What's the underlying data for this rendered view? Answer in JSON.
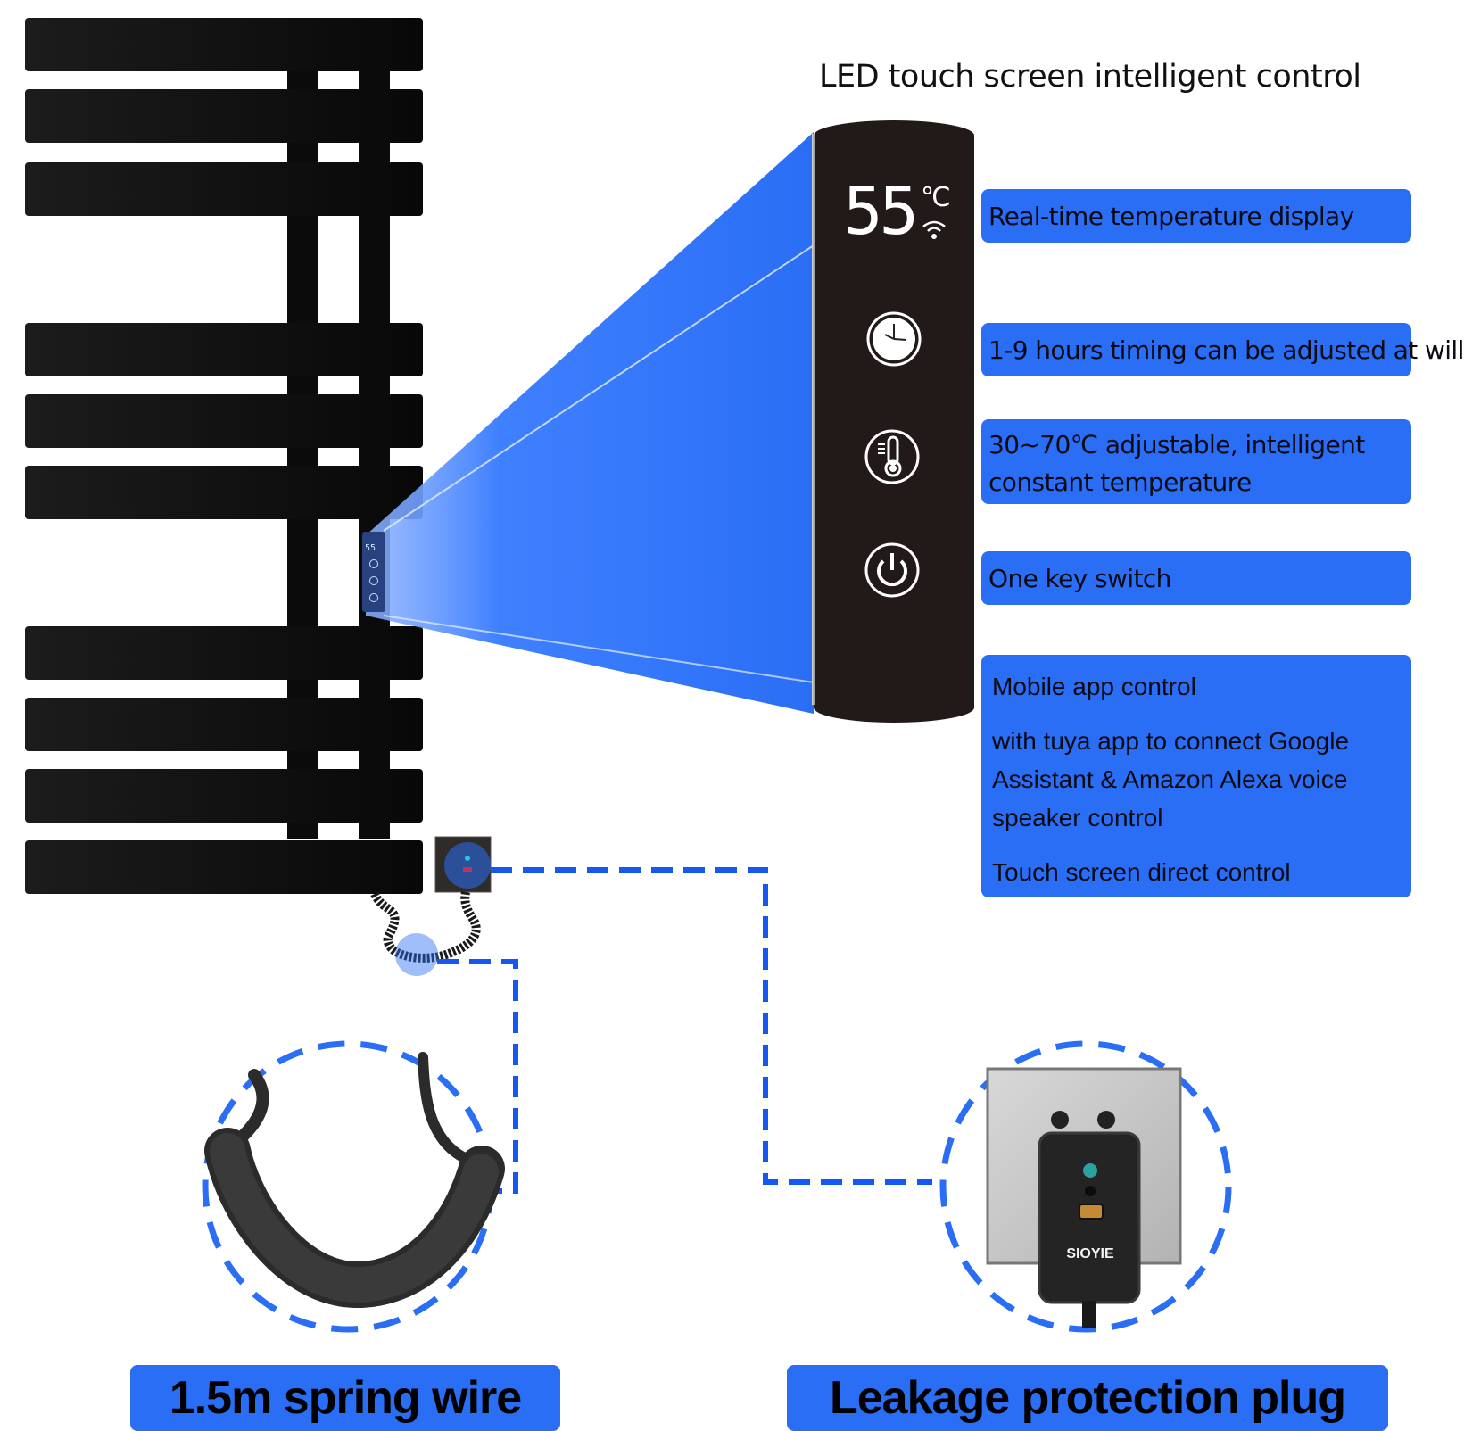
{
  "header": {
    "title": "LED touch screen intelligent control"
  },
  "panel": {
    "temperature": "55",
    "unit": "℃",
    "icons": [
      "wifi-icon",
      "clock-icon",
      "thermometer-icon",
      "power-icon"
    ]
  },
  "features": [
    {
      "icon": "thermometer-display",
      "label": "Real-time temperature display"
    },
    {
      "icon": "clock-icon",
      "label": "1-9 hours timing can be adjusted at will"
    },
    {
      "icon": "thermometer-icon",
      "label": "30~70℃ adjustable, intelligent constant temperature"
    },
    {
      "icon": "power-icon",
      "label": "One key switch"
    }
  ],
  "app_box": {
    "heading": "Mobile app control",
    "lines": [
      "with tuya app to connect Google",
      "Assistant & Amazon Alexa voice",
      "speaker control"
    ],
    "footer": "Touch screen direct control"
  },
  "product_labels": {
    "spring_wire": "1.5m spring wire",
    "plug": "Leakage protection plug"
  },
  "plug": {
    "brand": "SIOYIE"
  },
  "mini_panel": {
    "temperature": "55"
  },
  "colors": {
    "accent": "#2a6ef5",
    "dash": "#1557f0",
    "panel": "#221a18",
    "rail": "#0d0d0d"
  }
}
